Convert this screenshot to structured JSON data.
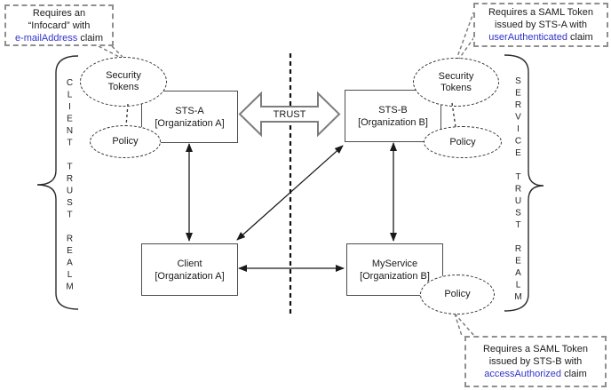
{
  "colors": {
    "claim_text": "#3333cc",
    "line": "#1a1a1a",
    "box_border": "#4d4d4d",
    "callout_border": "#8f8f8f",
    "trust_arrow_border": "#7d7d7d",
    "divider": "#111111"
  },
  "callouts": {
    "infocard": {
      "line1": "Requires an",
      "line2": "“Infocard” with",
      "claim": "e-mailAddress",
      "suffix": " claim"
    },
    "saml_sts_a": {
      "line1": "Requires a SAML Token",
      "line2": "issued by STS-A with",
      "claim": "userAuthenticated",
      "suffix": " claim"
    },
    "saml_sts_b": {
      "line1": "Requires a SAML Token",
      "line2": "issued by STS-B with",
      "claim": "accessAuthorized",
      "suffix": " claim"
    }
  },
  "nodes": {
    "sts_a": {
      "title": "STS-A",
      "subtitle": "[Organization A]"
    },
    "sts_b": {
      "title": "STS-B",
      "subtitle": "[Organization B]"
    },
    "client": {
      "title": "Client",
      "subtitle": "[Organization A]"
    },
    "myservice": {
      "title": "MyService",
      "subtitle": "[Organization B]"
    }
  },
  "ellipses": {
    "security_tokens": {
      "line1": "Security",
      "line2": "Tokens"
    },
    "policy": {
      "label": "Policy"
    }
  },
  "trust_arrow": {
    "label": "TRUST"
  },
  "realms": {
    "client": "CLIENT TRUST REALM",
    "service": "SERVICE TRUST REALM"
  }
}
